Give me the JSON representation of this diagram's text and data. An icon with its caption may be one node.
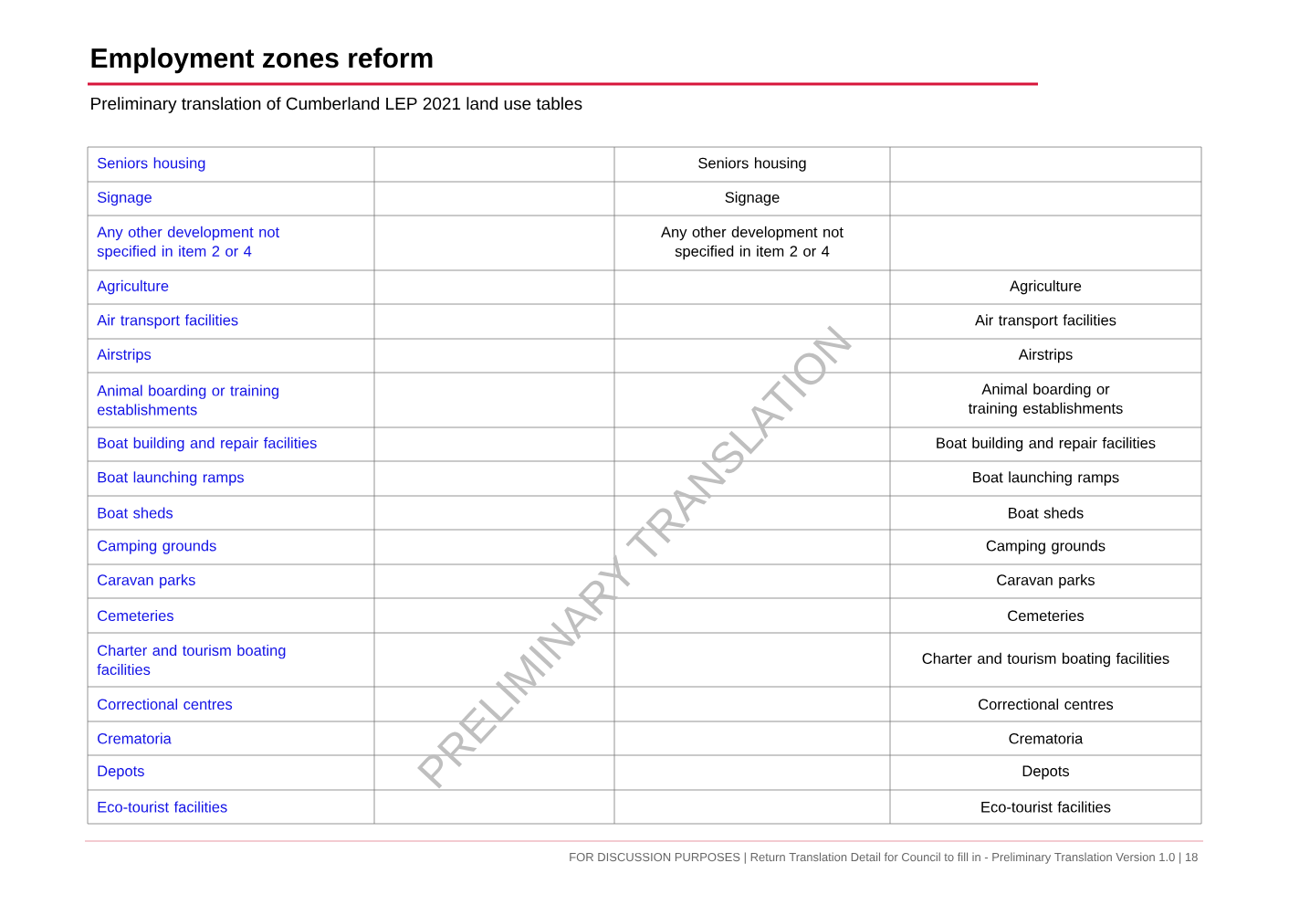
{
  "diagram": {
    "title": "Employment zones reform",
    "labels": [
      "Preliminary translation of Cumberland LEP 2021 land use tables",
      "Seniors housing",
      "Seniors housing",
      "Signage",
      "Signage",
      "Any other development not specified in item 2 or 4",
      "Any other development not specified in item 2 or 4",
      "Agriculture",
      "Agriculture",
      "Air transport facilities",
      "Air transport facilities",
      "Airstrips",
      "Airstrips",
      "Animal boarding or training establishments",
      "Animal boarding or training establishments",
      "Boat building and repair facilities",
      "Boat building and repair facilities",
      "Boat launching ramps",
      "Boat launching ramps",
      "Boat sheds",
      "Boat sheds",
      "Camping grounds",
      "Camping grounds",
      "Caravan parks",
      "Caravan parks",
      "Cemeteries",
      "Cemeteries",
      "Charter and tourism boating facilities",
      "Charter and tourism boating facilities",
      "Correctional centres",
      "Correctional centres",
      "Crematoria",
      "Crematoria",
      "Depots",
      "Depots",
      "Eco-tourist facilities",
      "Eco-tourist facilities",
      "PRELIMINARY TRANSLATION",
      "FOR DISCUSSION PURPOSES | Return Translation Detail for Council to fill in - Preliminary Translation Version 1.0 | 18"
    ]
  }
}
